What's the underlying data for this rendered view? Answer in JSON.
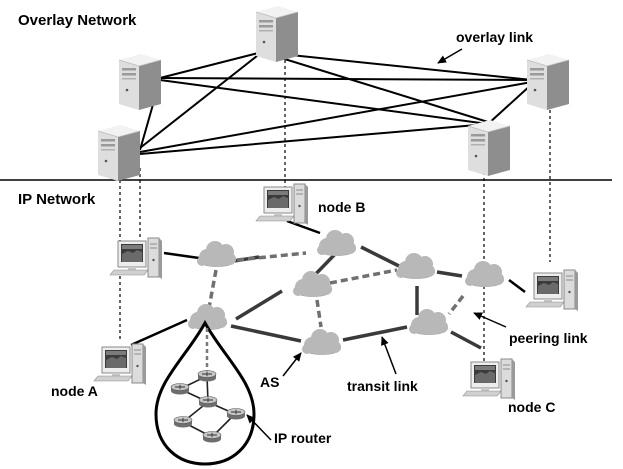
{
  "labels": {
    "overlay_network": "Overlay Network",
    "ip_network": "IP Network",
    "overlay_link": "overlay link",
    "node_a": "node A",
    "node_b": "node B",
    "node_c": "node C",
    "peering_link": "peering link",
    "transit_link": "transit link",
    "as": "AS",
    "ip_router": "IP router"
  },
  "colors": {
    "transit_link": "#3a3a3a",
    "peering_link": "#707070",
    "cloud": "#b8b8b8"
  },
  "icons": [
    "server-icon",
    "desktop-computer-icon",
    "cloud-icon",
    "router-icon"
  ]
}
